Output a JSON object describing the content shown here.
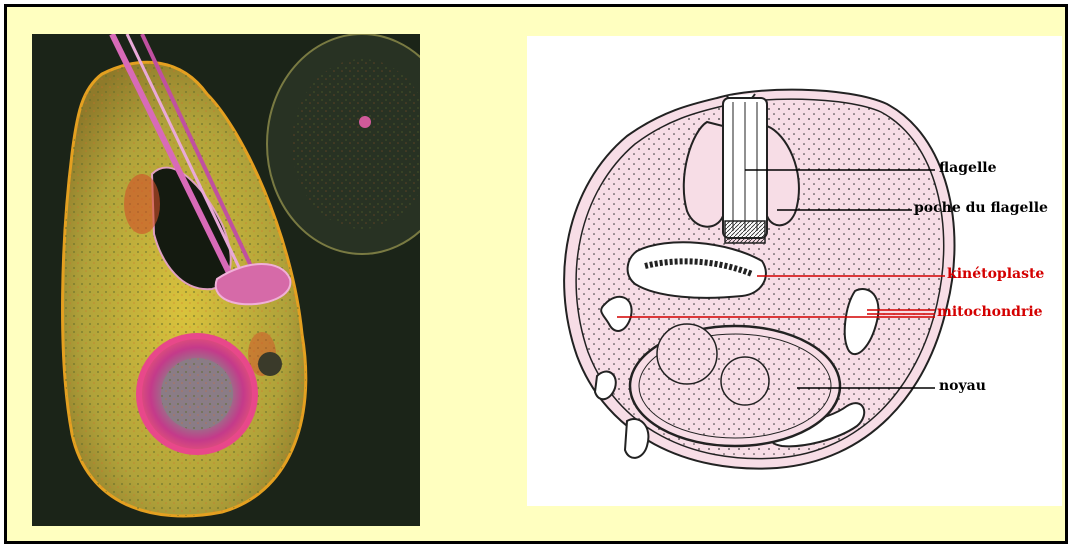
{
  "figure": {
    "background_color": "#ffffc0",
    "photo": {
      "subject": "micrograph-cell"
    },
    "diagram": {
      "cell_fill": "#f7dde6",
      "labels": [
        {
          "id": "flagelle",
          "text": "flagelle",
          "color": "#000000"
        },
        {
          "id": "poche",
          "text": "poche du flagelle",
          "color": "#000000"
        },
        {
          "id": "kineto",
          "text": "kinétoplaste",
          "color": "#d40000"
        },
        {
          "id": "mito",
          "text": "mitochondrie",
          "color": "#d40000"
        },
        {
          "id": "noyau",
          "text": "noyau",
          "color": "#000000"
        }
      ]
    }
  }
}
